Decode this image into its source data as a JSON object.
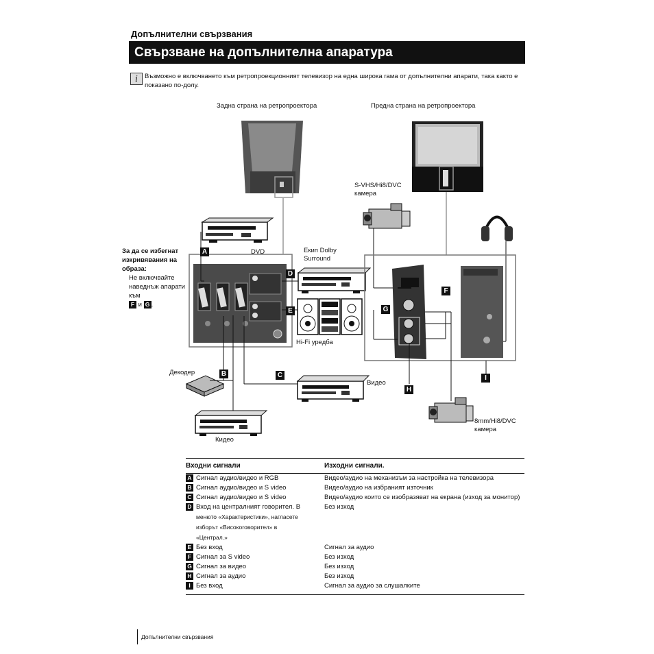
{
  "header": {
    "section": "Допълнителни свързвания",
    "title": "Свързване на допълнителна апаратура"
  },
  "intro": {
    "icon": "info-icon",
    "text": "Възможно е включването към ретропроекционният телевизор на една широка гама от допълнителни апарати, така както е показано по-долу."
  },
  "diagram": {
    "rear_label": "Задна страна на ретропроектора",
    "front_label": "Предна страна на ретропроектора",
    "svhs_label": "S-VHS/Hi8/DVC камера",
    "dvd_label": "DVD",
    "dolby_label": "Екип Dolby Surround",
    "hifi_label": "Hi-Fi уредба",
    "decoder_label": "Декодер",
    "video_label": "Видео",
    "kideo_label": "Кидео",
    "cam8_label": "8mm/Hi8/DVC камера",
    "note_title": "За да се избегнат изкривявания на образа:",
    "note_text": "Не включвайте наведнъж апарати към",
    "note_and": "и",
    "badges": [
      "A",
      "B",
      "C",
      "D",
      "E",
      "F",
      "G",
      "H",
      "I"
    ]
  },
  "table": {
    "col_in": "Входни сигнали",
    "col_out": "Изходни сигнали.",
    "rows": [
      {
        "badge": "A",
        "in": "Сигнал аудио/видео и RGB",
        "in_sub": [],
        "out": "Видео/аудио на механизъм за настройка на телевизора"
      },
      {
        "badge": "B",
        "in": "Сигнал аудио/видео и S video",
        "in_sub": [],
        "out": "Видео/аудио на избраният източник"
      },
      {
        "badge": "C",
        "in": "Сигнал аудио/видео и S video",
        "in_sub": [],
        "out": "Видео/аудио които се изобразяват на екрана (изход за монитор)"
      },
      {
        "badge": "D",
        "in": "Вход на централният говорител. В",
        "in_sub": [
          "менюто «Характеристики», нагласете",
          "изборът «Високоговорител» в",
          "«Централ.»"
        ],
        "out": "Без изход"
      },
      {
        "badge": "E",
        "in": "Без вход",
        "in_sub": [],
        "out": "Сигнал за аудио"
      },
      {
        "badge": "F",
        "in": "Сигнал за S video",
        "in_sub": [],
        "out": "Без изход"
      },
      {
        "badge": "G",
        "in": "Сигнал за видео",
        "in_sub": [],
        "out": "Без изход"
      },
      {
        "badge": "H",
        "in": "Сигнал за аудио",
        "in_sub": [],
        "out": "Без изход"
      },
      {
        "badge": "I",
        "in": "Без вход",
        "in_sub": [],
        "out": "Сигнал за аудио за слушалките"
      }
    ]
  },
  "footer": {
    "text": "Допълнителни свързвания"
  }
}
